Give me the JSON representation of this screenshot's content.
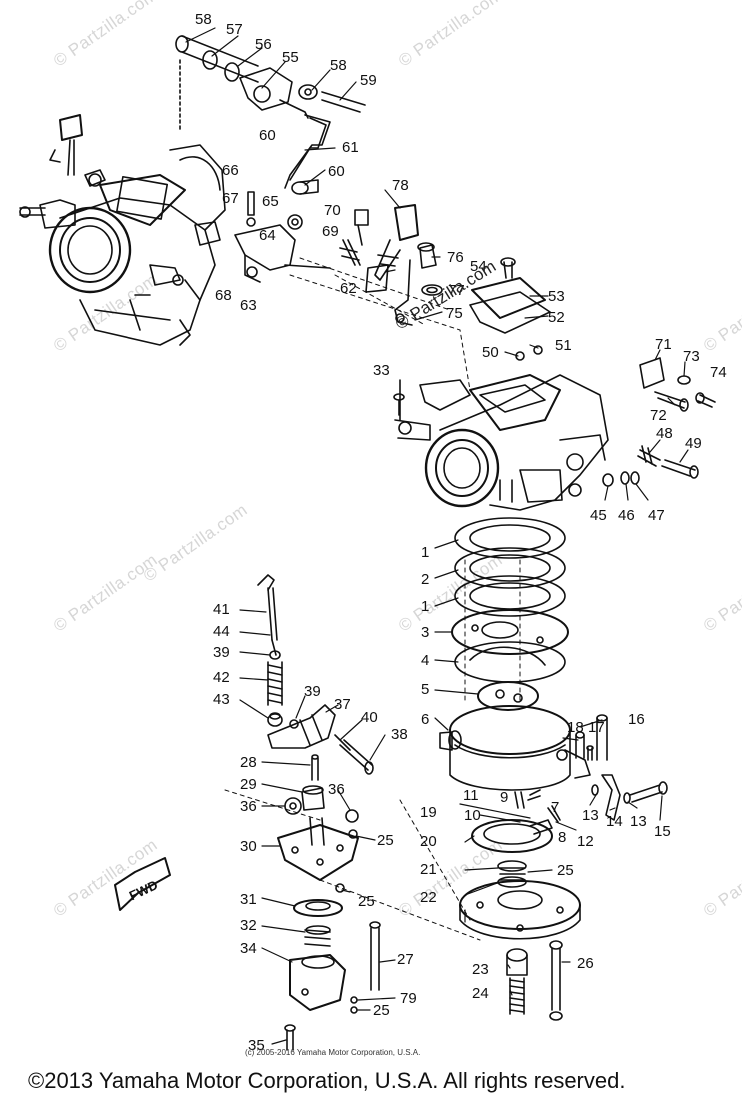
{
  "watermark": "© Partzilla.com",
  "watermark_site": "© Partzilla.com",
  "fwd_label": "FWD",
  "copyright_small": "(c) 2005-2016 Yamaha Motor Corporation, U.S.A.",
  "copyright_main": "©2013 Yamaha Motor Corporation, U.S.A. All rights reserved.",
  "callouts": [
    {
      "id": "58",
      "label": "58"
    },
    {
      "id": "57",
      "label": "57"
    },
    {
      "id": "56",
      "label": "56"
    },
    {
      "id": "55",
      "label": "55"
    },
    {
      "id": "58b",
      "label": "58"
    },
    {
      "id": "59",
      "label": "59"
    },
    {
      "id": "60",
      "label": "60"
    },
    {
      "id": "61",
      "label": "61"
    },
    {
      "id": "60b",
      "label": "60"
    },
    {
      "id": "66",
      "label": "66"
    },
    {
      "id": "67",
      "label": "67"
    },
    {
      "id": "65",
      "label": "65"
    },
    {
      "id": "70",
      "label": "70"
    },
    {
      "id": "78",
      "label": "78"
    },
    {
      "id": "64",
      "label": "64"
    },
    {
      "id": "69",
      "label": "69"
    },
    {
      "id": "76",
      "label": "76"
    },
    {
      "id": "54",
      "label": "54"
    },
    {
      "id": "77",
      "label": "77"
    },
    {
      "id": "68",
      "label": "68"
    },
    {
      "id": "63",
      "label": "63"
    },
    {
      "id": "62",
      "label": "62"
    },
    {
      "id": "75",
      "label": "75"
    },
    {
      "id": "53",
      "label": "53"
    },
    {
      "id": "52",
      "label": "52"
    },
    {
      "id": "50",
      "label": "50"
    },
    {
      "id": "51",
      "label": "51"
    },
    {
      "id": "71",
      "label": "71"
    },
    {
      "id": "73",
      "label": "73"
    },
    {
      "id": "74",
      "label": "74"
    },
    {
      "id": "33",
      "label": "33"
    },
    {
      "id": "72",
      "label": "72"
    },
    {
      "id": "48",
      "label": "48"
    },
    {
      "id": "49",
      "label": "49"
    },
    {
      "id": "45",
      "label": "45"
    },
    {
      "id": "46",
      "label": "46"
    },
    {
      "id": "47",
      "label": "47"
    },
    {
      "id": "1",
      "label": "1"
    },
    {
      "id": "2",
      "label": "2"
    },
    {
      "id": "1b",
      "label": "1"
    },
    {
      "id": "41",
      "label": "41"
    },
    {
      "id": "3",
      "label": "3"
    },
    {
      "id": "44",
      "label": "44"
    },
    {
      "id": "39",
      "label": "39"
    },
    {
      "id": "4",
      "label": "4"
    },
    {
      "id": "42",
      "label": "42"
    },
    {
      "id": "5",
      "label": "5"
    },
    {
      "id": "39b",
      "label": "39"
    },
    {
      "id": "43",
      "label": "43"
    },
    {
      "id": "37",
      "label": "37"
    },
    {
      "id": "40",
      "label": "40"
    },
    {
      "id": "6",
      "label": "6"
    },
    {
      "id": "18",
      "label": "18"
    },
    {
      "id": "17",
      "label": "17"
    },
    {
      "id": "16",
      "label": "16"
    },
    {
      "id": "38",
      "label": "38"
    },
    {
      "id": "28",
      "label": "28"
    },
    {
      "id": "29",
      "label": "29"
    },
    {
      "id": "36",
      "label": "36"
    },
    {
      "id": "36b",
      "label": "36"
    },
    {
      "id": "11",
      "label": "11"
    },
    {
      "id": "9",
      "label": "9"
    },
    {
      "id": "7",
      "label": "7"
    },
    {
      "id": "13",
      "label": "13"
    },
    {
      "id": "19",
      "label": "19"
    },
    {
      "id": "10",
      "label": "10"
    },
    {
      "id": "14",
      "label": "14"
    },
    {
      "id": "13b",
      "label": "13"
    },
    {
      "id": "15",
      "label": "15"
    },
    {
      "id": "8",
      "label": "8"
    },
    {
      "id": "12",
      "label": "12"
    },
    {
      "id": "25",
      "label": "25"
    },
    {
      "id": "30",
      "label": "30"
    },
    {
      "id": "20",
      "label": "20"
    },
    {
      "id": "25b",
      "label": "25"
    },
    {
      "id": "21",
      "label": "21"
    },
    {
      "id": "25c",
      "label": "25"
    },
    {
      "id": "22",
      "label": "22"
    },
    {
      "id": "31",
      "label": "31"
    },
    {
      "id": "32",
      "label": "32"
    },
    {
      "id": "34",
      "label": "34"
    },
    {
      "id": "27",
      "label": "27"
    },
    {
      "id": "26",
      "label": "26"
    },
    {
      "id": "23",
      "label": "23"
    },
    {
      "id": "79",
      "label": "79"
    },
    {
      "id": "24",
      "label": "24"
    },
    {
      "id": "25d",
      "label": "25"
    },
    {
      "id": "35",
      "label": "35"
    }
  ]
}
